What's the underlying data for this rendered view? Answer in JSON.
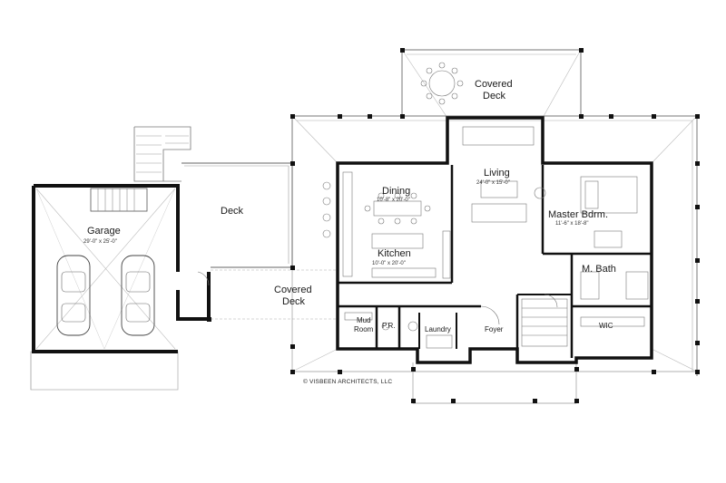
{
  "rooms": {
    "garage": {
      "name": "Garage",
      "dims": "29'-0\" x 25'-0\""
    },
    "deck": {
      "name": "Deck"
    },
    "covered_deck_top": {
      "name": "Covered",
      "name2": "Deck"
    },
    "covered_deck_mid": {
      "name": "Covered",
      "name2": "Deck"
    },
    "dining": {
      "name": "Dining",
      "dims": "10'-8\" x 20'-0\""
    },
    "living": {
      "name": "Living",
      "dims": "24'-0\" x 15'-0\""
    },
    "kitchen": {
      "name": "Kitchen",
      "dims": "10'-0\" x 20'-0\""
    },
    "master_bdrm": {
      "name": "Master Bdrm.",
      "dims": "11'-6\" x 18'-8\""
    },
    "m_bath": {
      "name": "M. Bath"
    },
    "mud_room": {
      "name": "Mud",
      "name2": "Room"
    },
    "pr": {
      "name": "P.R."
    },
    "laundry": {
      "name": "Laundry"
    },
    "foyer": {
      "name": "Foyer"
    },
    "wic": {
      "name": "WIC"
    }
  },
  "copyright": "© VISBEEN ARCHITECTS, LLC",
  "colors": {
    "wall": "#111111",
    "line": "#555555",
    "light": "#9a9a9a",
    "paper": "#ffffff"
  }
}
